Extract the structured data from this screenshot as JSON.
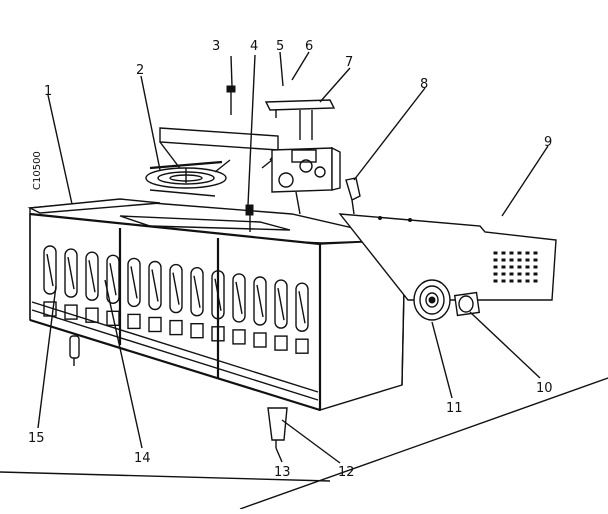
{
  "drawing_code": "C10500",
  "callouts": [
    "1",
    "2",
    "3",
    "4",
    "5",
    "6",
    "7",
    "8",
    "9",
    "10",
    "11",
    "12",
    "13",
    "14",
    "15"
  ]
}
